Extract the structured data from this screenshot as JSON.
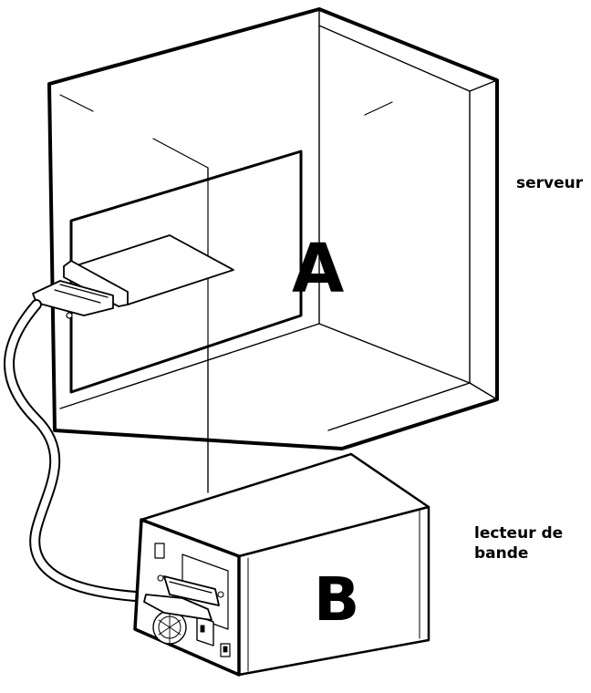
{
  "server": {
    "letter": "A",
    "label": "serveur"
  },
  "tape_drive": {
    "letter": "B",
    "label_line1": "lecteur de",
    "label_line2": "bande"
  }
}
